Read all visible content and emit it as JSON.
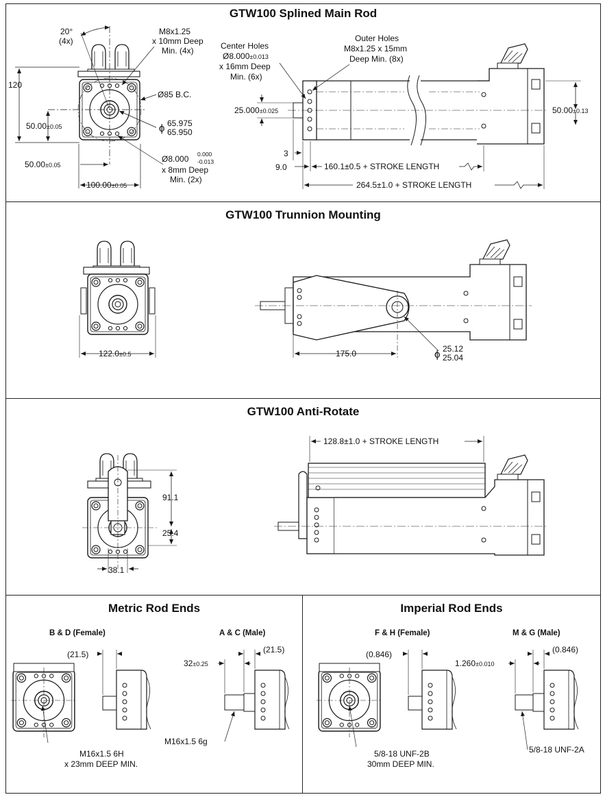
{
  "sections": {
    "splined": {
      "title": "GTW100 Splined Main Rod",
      "labels": {
        "angle": "20°",
        "angle_count": "(4x)",
        "threads_1": "M8x1.25",
        "threads_2": "x 10mm Deep",
        "threads_3": "Min. (4x)",
        "height": "120",
        "bc": "Ø85 B.C.",
        "bore_top": "65.975",
        "bore_bot": "65.950",
        "center_v": "50.00",
        "center_v_tol": "±0.05",
        "center_h": "50.00",
        "center_h_tol": "±0.05",
        "pin_dia": "Ø8.000",
        "pin_tol_top": "0.000",
        "pin_tol_bot": "-0.013",
        "pin_depth_1": "x 8mm Deep",
        "pin_depth_2": "Min. (2x)",
        "width": "100.00",
        "width_tol": "±0.05",
        "ch_1": "Center Holes",
        "ch_2": "Ø8.000",
        "ch_2_tol": "±0.013",
        "ch_3": "x 16mm Deep",
        "ch_4": "Min. (6x)",
        "oh_1": "Outer Holes",
        "oh_2": "M8x1.25 x 15mm",
        "oh_3": "Deep Min. (8x)",
        "rod_dia": "25.000",
        "rod_tol": "±0.025",
        "side_center": "50.00",
        "side_center_tol": "±0.13",
        "dim_3": "3",
        "dim_9": "9.0",
        "len_1": "160.1±0.5 + STROKE LENGTH",
        "len_2": "264.5±1.0 + STROKE LENGTH"
      }
    },
    "trunnion": {
      "title": "GTW100 Trunnion Mounting",
      "labels": {
        "width": "122.0",
        "width_tol": "±0.5",
        "offset": "175.0",
        "dia_top": "25.12",
        "dia_bot": "25.04"
      }
    },
    "antirotate": {
      "title": "GTW100 Anti-Rotate",
      "labels": {
        "len": "128.8±1.0 + STROKE LENGTH",
        "h1": "91.1",
        "h2": "25.4",
        "w": "38.1"
      }
    },
    "metric": {
      "title": "Metric Rod Ends",
      "female": "B & D (Female)",
      "male": "A & C (Male)",
      "f_dim": "21.5",
      "m_dim1": "32",
      "m_dim1_tol": "±0.25",
      "m_dim2": "21.5",
      "f_thread_1": "M16x1.5 6H",
      "f_thread_2": "x 23mm DEEP MIN.",
      "m_thread": "M16x1.5 6g"
    },
    "imperial": {
      "title": "Imperial Rod Ends",
      "female": "F & H (Female)",
      "male": "M & G (Male)",
      "f_dim": "0.846",
      "m_dim1": "1.260",
      "m_dim1_tol": "±0.010",
      "m_dim2": "0.846",
      "f_thread_1": "5/8-18 UNF-2B",
      "f_thread_2": "30mm DEEP MIN.",
      "m_thread": "5/8-18 UNF-2A"
    }
  },
  "colors": {
    "line": "#1a1a1a",
    "frame": "#222222",
    "bg": "#ffffff"
  }
}
